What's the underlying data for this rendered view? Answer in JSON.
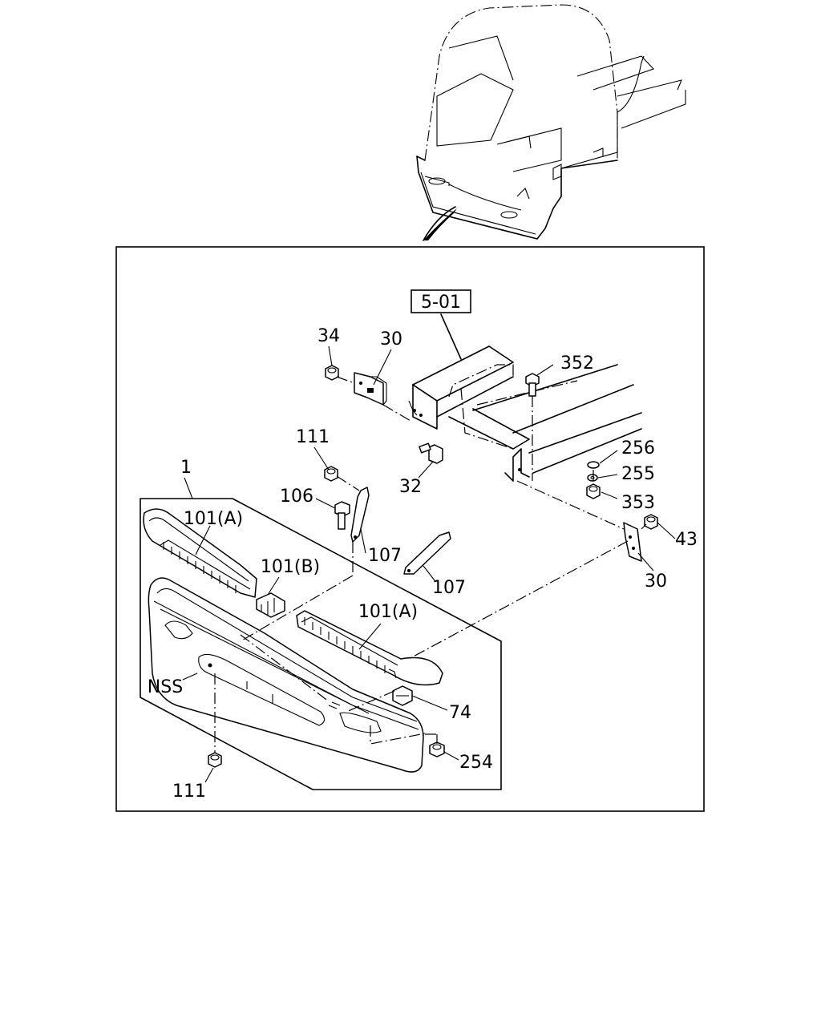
{
  "diagram": {
    "reference_box": "5-01",
    "callouts": {
      "c1": "1",
      "c34": "34",
      "c30_top": "30",
      "c352": "352",
      "c111_top": "111",
      "c32": "32",
      "c256": "256",
      "c255": "255",
      "c353": "353",
      "c43": "43",
      "c30_right": "30",
      "c106": "106",
      "c101a_left": "101(A)",
      "c107_left": "107",
      "c107_right": "107",
      "c101b": "101(B)",
      "c101a_right": "101(A)",
      "c74": "74",
      "cnss": "NSS",
      "c254": "254",
      "c111_bottom": "111"
    }
  }
}
